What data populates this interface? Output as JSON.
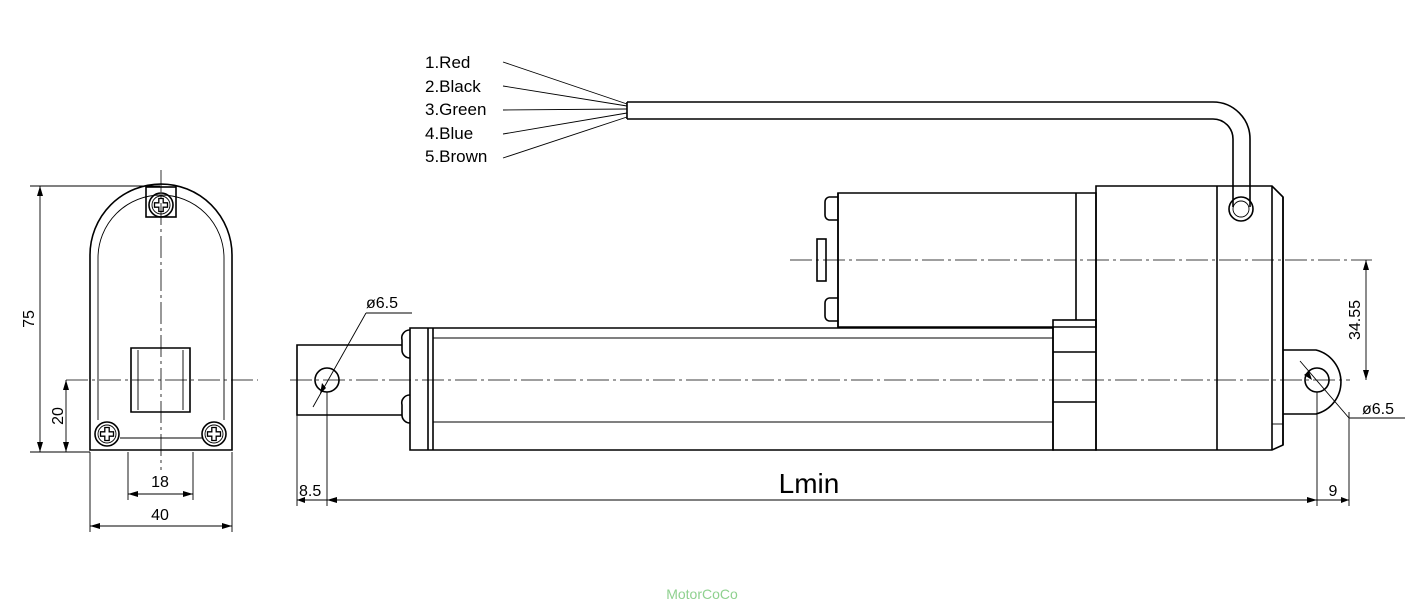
{
  "wires": [
    "1.Red",
    "2.Black",
    "3.Green",
    "4.Blue",
    "5.Brown"
  ],
  "dimensions": {
    "height": "75",
    "mount_height": "20",
    "mount_spacing": "18",
    "width": "40",
    "hole_front": "ø6.5",
    "hole_rear": "ø6.5",
    "offset_front": "8.5",
    "offset_rear": "9",
    "motor_offset": "34.55",
    "length": "Lmin"
  },
  "watermark": "MotorCoCo",
  "colors": {
    "line": "#000000",
    "watermark": "#8fd18f",
    "background": "#ffffff"
  }
}
